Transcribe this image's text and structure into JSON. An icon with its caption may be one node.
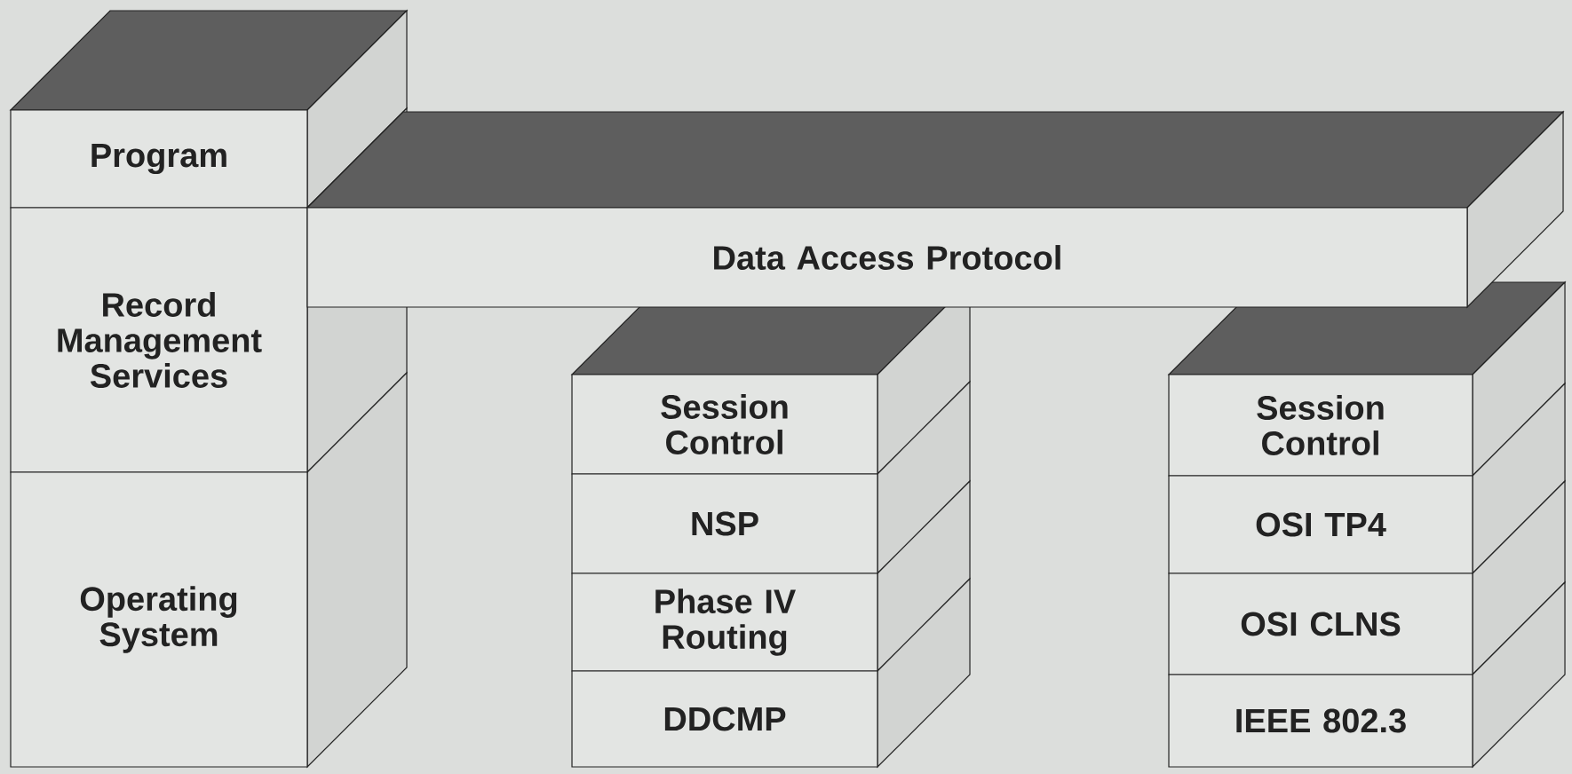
{
  "diagram": {
    "nodes": [
      {
        "text": [
          "Program"
        ]
      },
      {
        "text": [
          "Record Management Services"
        ]
      },
      {
        "text": [
          "Operating System"
        ]
      },
      {
        "text": [
          "Data Access Protocol"
        ]
      },
      {
        "text": [
          "Session Control"
        ]
      },
      {
        "text": [
          "NSP"
        ]
      },
      {
        "text": [
          "Phase IV Routing"
        ]
      },
      {
        "text": [
          "DDCMP"
        ]
      },
      {
        "text": [
          "Session Control"
        ]
      },
      {
        "text": [
          "OSI TP4"
        ]
      },
      {
        "text": [
          "OSI CLNS"
        ]
      },
      {
        "text": [
          "IEEE 802.3"
        ]
      }
    ]
  }
}
